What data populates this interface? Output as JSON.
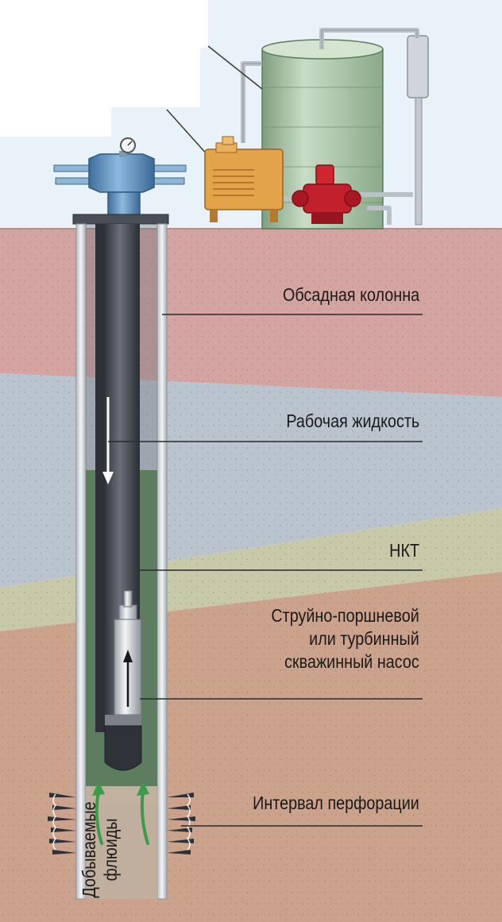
{
  "labels": {
    "casing": "Обсадная колонна",
    "power_fluid": "Рабочая жидкость",
    "tubing": "НКТ",
    "pump": [
      "Струйно-поршневой",
      "или турбинный",
      "скважинный насос"
    ],
    "perforation": "Интервал перфорации",
    "produced_fluids": [
      "Добываемые",
      "флюиды"
    ]
  },
  "colors": {
    "sky": "#e9f2f8",
    "soil_red": "#d3a4a1",
    "soil_blue": "#b9c4cf",
    "soil_olive": "#c7c9a8",
    "soil_brown": "#cba28c",
    "casing": "#dfe4e8",
    "tubing": "#4a4e58",
    "power_fluid": "#4d6b52",
    "tank": "#a8c3a4",
    "wellhead": "#5b8cb7",
    "power_unit": "#e3a34a",
    "surface_pump": "#c2202c",
    "arrow_green": "#3a9b4a"
  },
  "icons": [
    "pressure-gauge-icon",
    "flow-down-arrow-icon",
    "flow-up-arrow-icon"
  ]
}
